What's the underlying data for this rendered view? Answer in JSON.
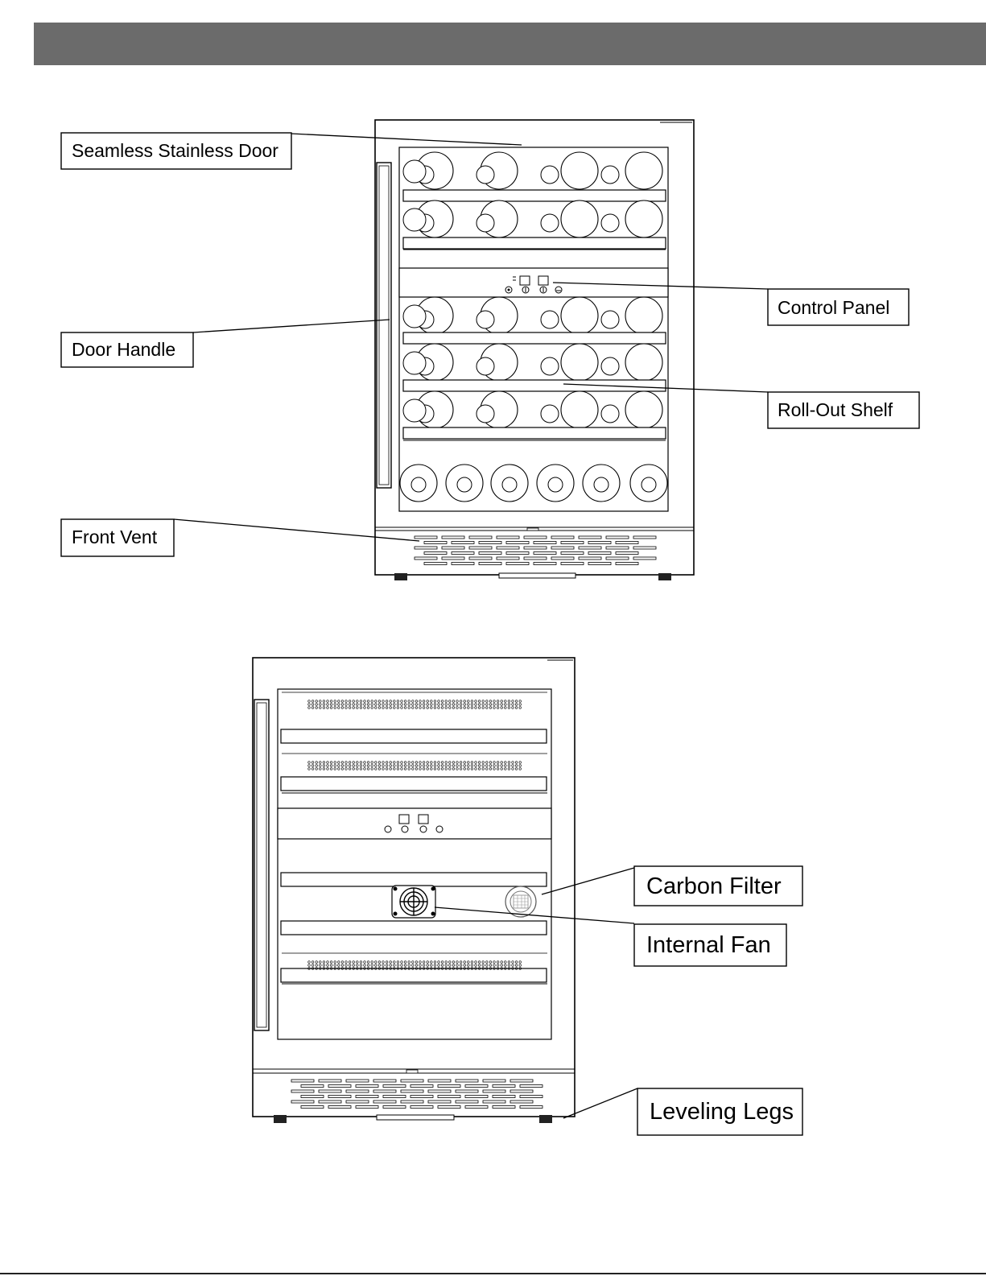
{
  "labels": {
    "seamless_stainless_door": "Seamless Stainless Door",
    "door_handle": "Door Handle",
    "front_vent": "Front Vent",
    "control_panel": "Control Panel",
    "roll_out_shelf": "Roll-Out Shelf",
    "carbon_filter": "Carbon Filter",
    "internal_fan": "Internal Fan",
    "leveling_legs": "Leveling Legs"
  },
  "icons": [
    "power-icon",
    "down-icon",
    "up-icon",
    "light-icon",
    "fan-icon",
    "carbon-filter-icon",
    "leveling-leg-icon"
  ],
  "colors": {
    "header": "#6b6b6b",
    "line": "#000000",
    "background": "#ffffff"
  }
}
